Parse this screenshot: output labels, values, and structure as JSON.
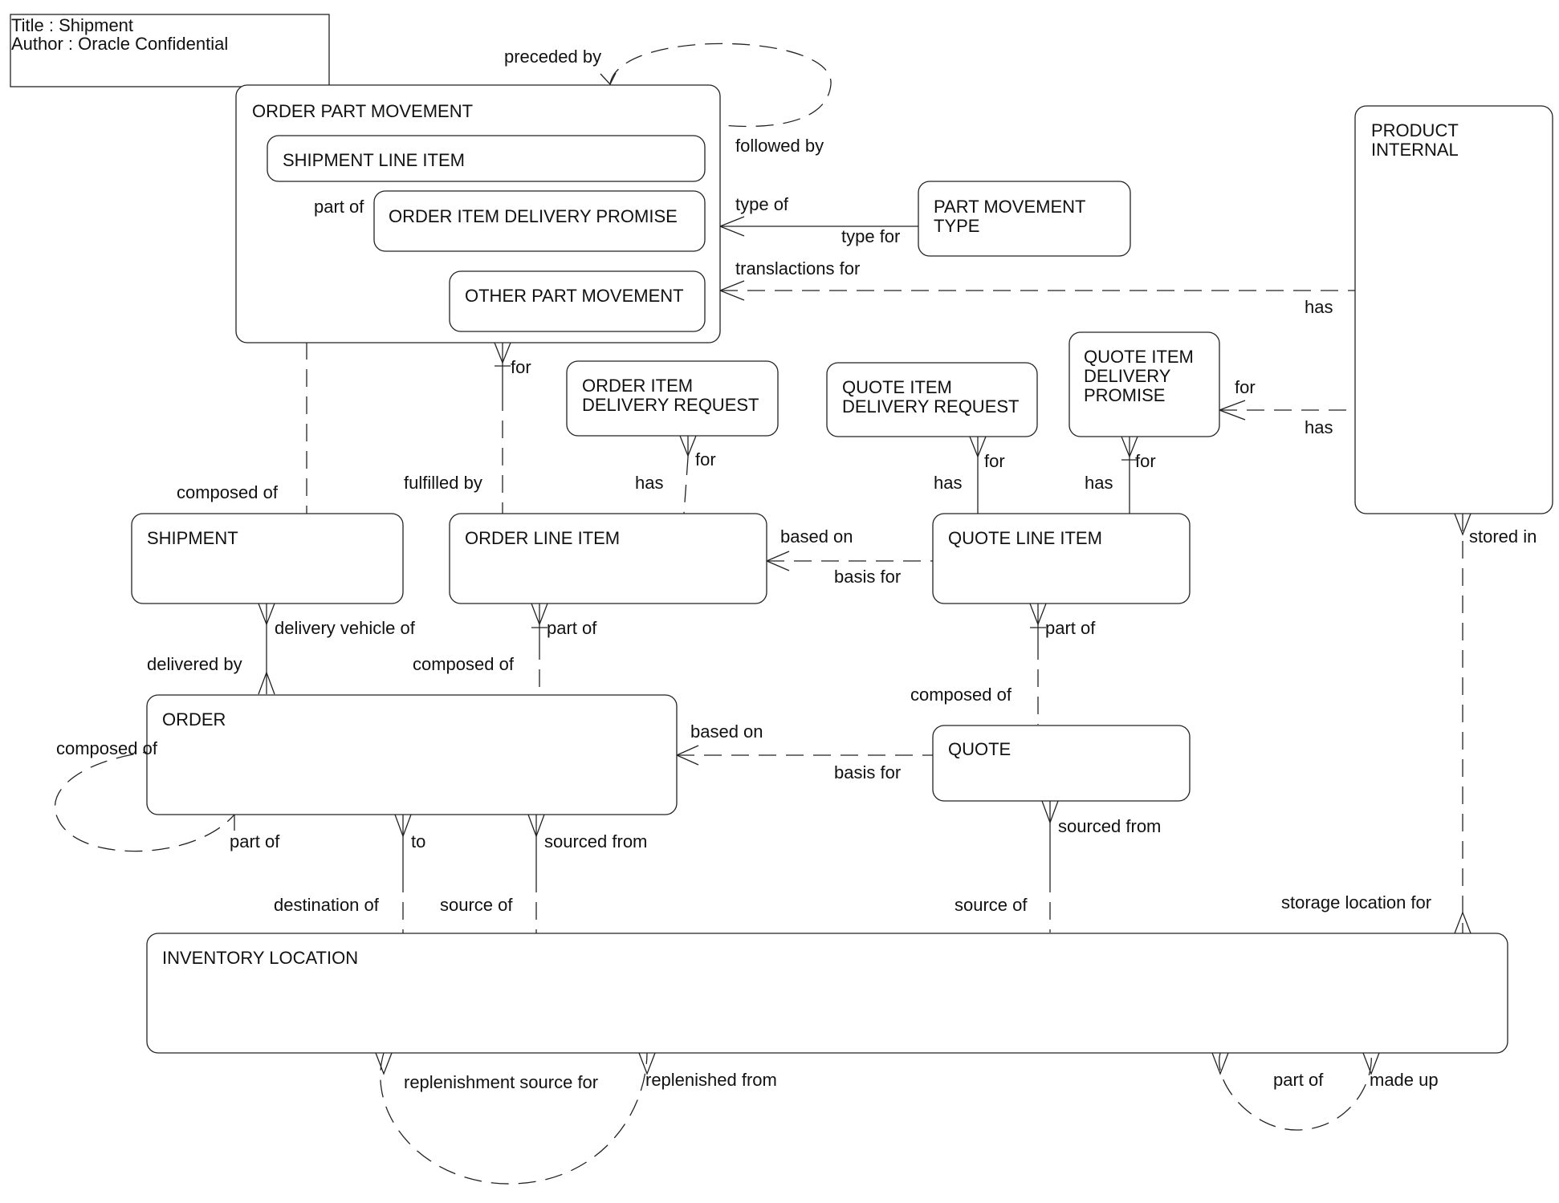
{
  "title_block": {
    "title": "Title : Shipment",
    "author": "Author : Oracle Confidential"
  },
  "entities": {
    "order_part_movement": "ORDER PART MOVEMENT",
    "shipment_line_item": "SHIPMENT LINE ITEM",
    "order_item_delivery_promise": "ORDER ITEM DELIVERY PROMISE",
    "other_part_movement": "OTHER PART MOVEMENT",
    "part_movement_type": [
      "PART MOVEMENT",
      "TYPE"
    ],
    "product_internal": [
      "PRODUCT",
      "INTERNAL"
    ],
    "order_item_delivery_request": [
      "ORDER ITEM",
      "DELIVERY REQUEST"
    ],
    "quote_item_delivery_request": [
      "QUOTE ITEM",
      "DELIVERY REQUEST"
    ],
    "quote_item_delivery_promise": [
      "QUOTE ITEM",
      "DELIVERY",
      "PROMISE"
    ],
    "shipment": "SHIPMENT",
    "order_line_item": "ORDER LINE ITEM",
    "quote_line_item": "QUOTE LINE ITEM",
    "order": "ORDER",
    "quote": "QUOTE",
    "inventory_location": "INVENTORY LOCATION"
  },
  "relationship_labels": {
    "preceded_by": "preceded by",
    "followed_by": "followed by",
    "type_of": "type of",
    "type_for": "type for",
    "translactions_for": "translactions for",
    "product_has_top": "has",
    "part_of_shipment_line": "part of",
    "composed_of_shipment": "composed of",
    "for_opm": "for",
    "fulfilled_by": "fulfilled by",
    "for_oidr": "for",
    "has_oidr": "has",
    "for_qidr": "for",
    "has_qidr": "has",
    "for_qidp": "for",
    "has_qidp": "has",
    "for_qidp_product": "for",
    "has_product_qidp": "has",
    "based_on_oli": "based on",
    "basis_for_qli": "basis for",
    "stored_in": "stored in",
    "delivery_vehicle_of": "delivery vehicle of",
    "delivered_by": "delivered by",
    "part_of_oli": "part of",
    "composed_of_order": "composed of",
    "part_of_qli": "part of",
    "composed_of_quote": "composed of",
    "composed_of_order_self": "composed of",
    "based_on_order": "based on",
    "basis_for_quote": "basis for",
    "part_of_order_self": "part of",
    "to": "to",
    "sourced_from_order": "sourced from",
    "sourced_from_quote": "sourced from",
    "destination_of": "destination of",
    "source_of_order": "source of",
    "source_of_quote": "source of",
    "storage_location_for": "storage location for",
    "replenishment_source_for": "replenishment source for",
    "replenished_from": "replenished from",
    "part_of_inventory_self": "part of",
    "made_up": "made up"
  }
}
